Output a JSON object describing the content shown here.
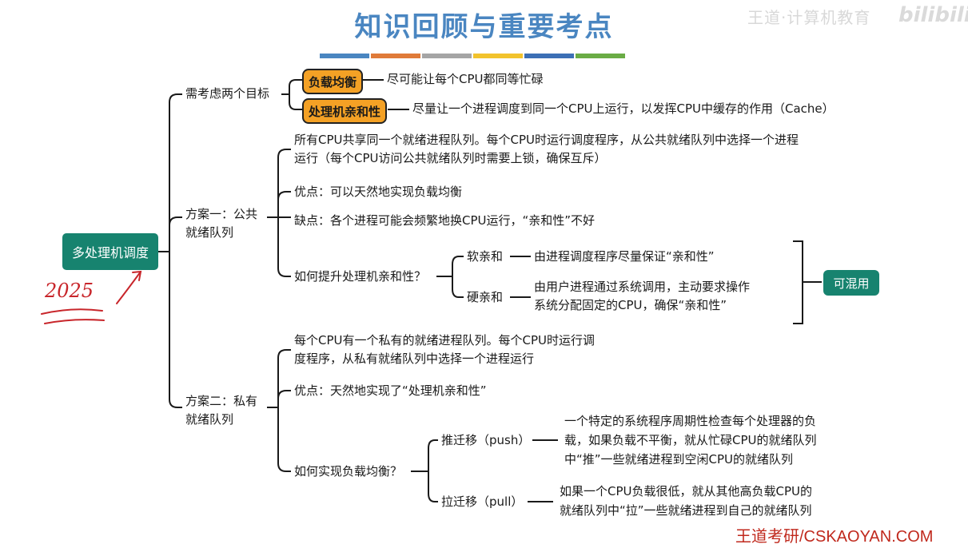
{
  "title": "知识回顾与重要考点",
  "watermark": {
    "text": "王道·计算机教育",
    "logo": "bilibili"
  },
  "colors": {
    "title": "#4a86c1",
    "root_bg": "#17836f",
    "highlight": "#f4a125",
    "bars": [
      "#4a86c1",
      "#e07b39",
      "#a5a5a5",
      "#f2c32c",
      "#3c6fb5",
      "#6aac45"
    ],
    "handwriting": "#c8262b",
    "footer": "#c0291d"
  },
  "root": {
    "label": "多处理机调度"
  },
  "annotation": {
    "handwritten": "2025"
  },
  "goals": {
    "label": "需考虑两个目标",
    "items": [
      {
        "tag": "负载均衡",
        "desc": "尽可能让每个CPU都同等忙碌"
      },
      {
        "tag": "处理机亲和性",
        "desc": "尽量让一个进程调度到同一个CPU上运行，以发挥CPU中缓存的作用（Cache）"
      }
    ]
  },
  "scheme1": {
    "label_line1": "方案一：公共",
    "label_line2": "就绪队列",
    "desc_line1": "所有CPU共享同一个就绪进程队列。每个CPU时运行调度程序，从公共就绪队列中选择一个进程",
    "desc_line2": "运行（每个CPU访问公共就绪队列时需要上锁，确保互斥）",
    "pro": "优点：可以天然地实现负载均衡",
    "con": "缺点：各个进程可能会频繁地换CPU运行，“亲和性”不好",
    "improve": {
      "label": "如何提升处理机亲和性？",
      "soft": {
        "name": "软亲和",
        "desc": "由进程调度程序尽量保证“亲和性”"
      },
      "hard": {
        "name": "硬亲和",
        "desc_line1": "由用户进程通过系统调用，主动要求操作",
        "desc_line2": "系统分配固定的CPU，确保“亲和性”"
      },
      "mix": "可混用"
    }
  },
  "scheme2": {
    "label_line1": "方案二：私有",
    "label_line2": "就绪队列",
    "desc_line1": "每个CPU有一个私有的就绪进程队列。每个CPU时运行调",
    "desc_line2": "度程序，从私有就绪队列中选择一个进程运行",
    "pro": "优点：天然地实现了“处理机亲和性”",
    "balance": {
      "label": "如何实现负载均衡？",
      "push": {
        "name": "推迁移（push）",
        "desc_line1": "一个特定的系统程序周期性检查每个处理器的负",
        "desc_line2": "载，如果负载不平衡，就从忙碌CPU的就绪队列",
        "desc_line3": "中“推”一些就绪进程到空闲CPU的就绪队列"
      },
      "pull": {
        "name": "拉迁移（pull）",
        "desc_line1": "如果一个CPU负载很低，就从其他高负载CPU的",
        "desc_line2": "就绪队列中“拉”一些就绪进程到自己的就绪队列"
      }
    }
  },
  "footer": "王道考研/CSKAOYAN.COM"
}
